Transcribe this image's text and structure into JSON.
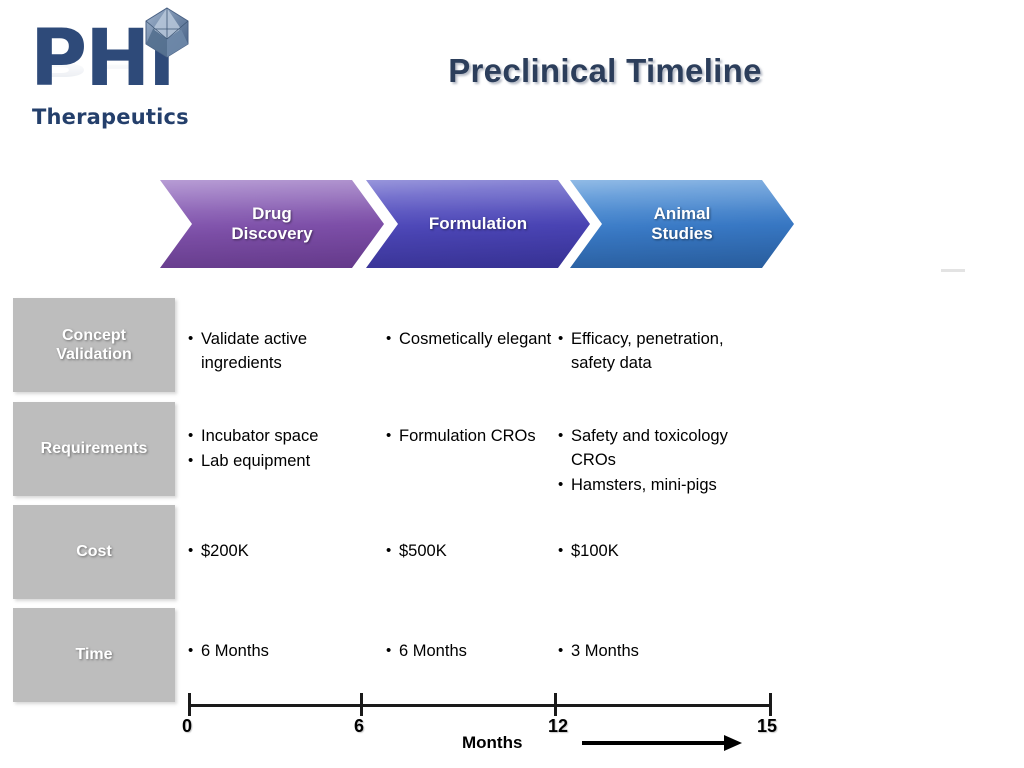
{
  "logo": {
    "main_text": "PHi",
    "sub_text": "Therapeutics",
    "gem_icon": "polyhedron-icon",
    "brand_color": "#2e4a79"
  },
  "title": "Preclinical Timeline",
  "title_color": "#2c3e5b",
  "phases": [
    {
      "label_line1": "Drug",
      "label_line2": "Discovery",
      "color": "#7d4fa8"
    },
    {
      "label_line1": "Formulation",
      "label_line2": "",
      "color": "#4a44b4"
    },
    {
      "label_line1": "Animal",
      "label_line2": "Studies",
      "color": "#3878c4"
    }
  ],
  "row_labels": [
    {
      "line1": "Concept",
      "line2": "Validation"
    },
    {
      "line1": "Requirements",
      "line2": ""
    },
    {
      "line1": "Cost",
      "line2": ""
    },
    {
      "line1": "Time",
      "line2": ""
    }
  ],
  "grid": {
    "concept_validation": {
      "drug_discovery": [
        "Validate active ingredients"
      ],
      "formulation": [
        "Cosmetically elegant"
      ],
      "animal_studies": [
        "Efficacy, penetration, safety data"
      ]
    },
    "requirements": {
      "drug_discovery": [
        "Incubator space",
        "Lab equipment"
      ],
      "formulation": [
        "Formulation CROs"
      ],
      "animal_studies": [
        "Safety and toxicology CROs",
        "Hamsters, mini-pigs"
      ]
    },
    "cost": {
      "drug_discovery": [
        "$200K"
      ],
      "formulation": [
        "$500K"
      ],
      "animal_studies": [
        "$100K"
      ]
    },
    "time": {
      "drug_discovery": [
        "6 Months"
      ],
      "formulation": [
        "6 Months"
      ],
      "animal_studies": [
        "3 Months"
      ]
    }
  },
  "timeline": {
    "axis_label": "Months",
    "ticks": [
      "0",
      "6",
      "12",
      "15"
    ],
    "arrow_icon": "right-arrow-icon"
  },
  "bullet_glyph": "•"
}
